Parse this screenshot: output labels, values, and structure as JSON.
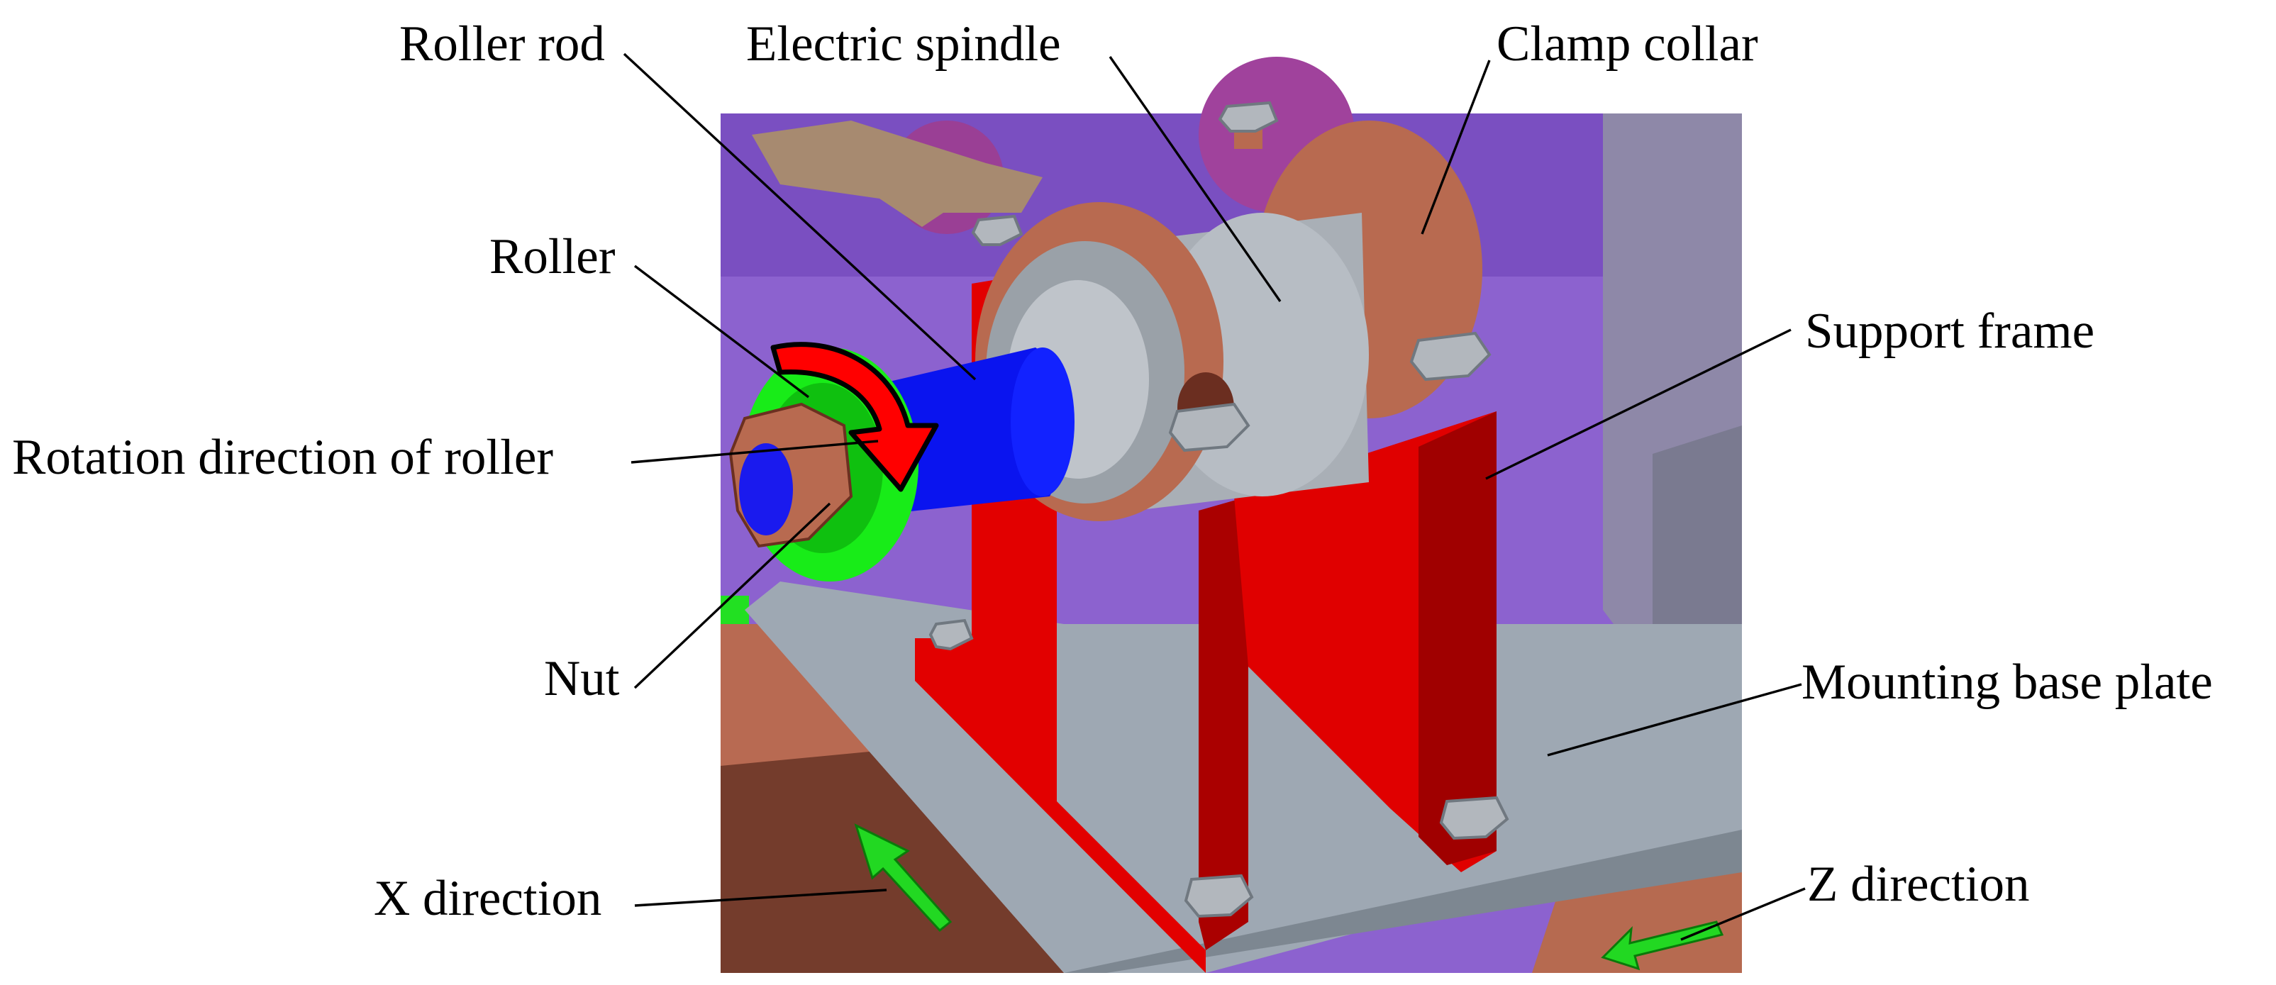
{
  "labels": {
    "roller_rod": "Roller rod",
    "electric_spindle": "Electric spindle",
    "clamp_collar": "Clamp collar",
    "roller": "Roller",
    "support_frame": "Support frame",
    "rotation_direction": "Rotation direction of roller",
    "nut": "Nut",
    "mounting_base_plate": "Mounting base plate",
    "x_direction": "X direction",
    "z_direction": "Z direction"
  },
  "colors": {
    "background": "#ffffff",
    "support_frame": "#e00000",
    "support_frame_shade": "#a80000",
    "clamp_collar": "#b8654b",
    "electric_spindle": "#a9afb6",
    "roller_rod": "#0a14f0",
    "roller": "#16ee16",
    "rotation_arrow": "#ff0000",
    "mounting_base_plate": "#9aa4ae",
    "direction_arrow": "#22d822",
    "translucent_housing": "#8a5fd0",
    "brown_base": "#7a4030",
    "leader_line": "#000000"
  }
}
